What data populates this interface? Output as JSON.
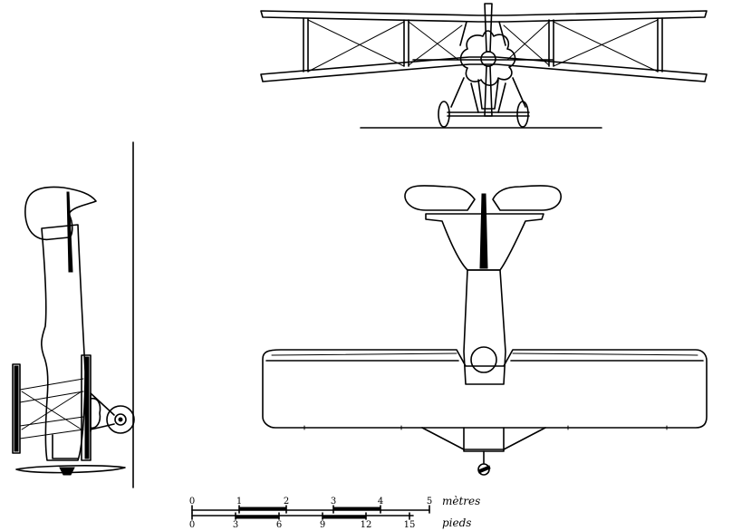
{
  "scale": {
    "metric": {
      "ticks": [
        "0",
        "1",
        "2",
        "3",
        "4",
        "5"
      ],
      "unit": "mètres"
    },
    "imperial": {
      "ticks": [
        "0",
        "3",
        "6",
        "9",
        "12",
        "15"
      ],
      "unit": "pieds"
    }
  }
}
